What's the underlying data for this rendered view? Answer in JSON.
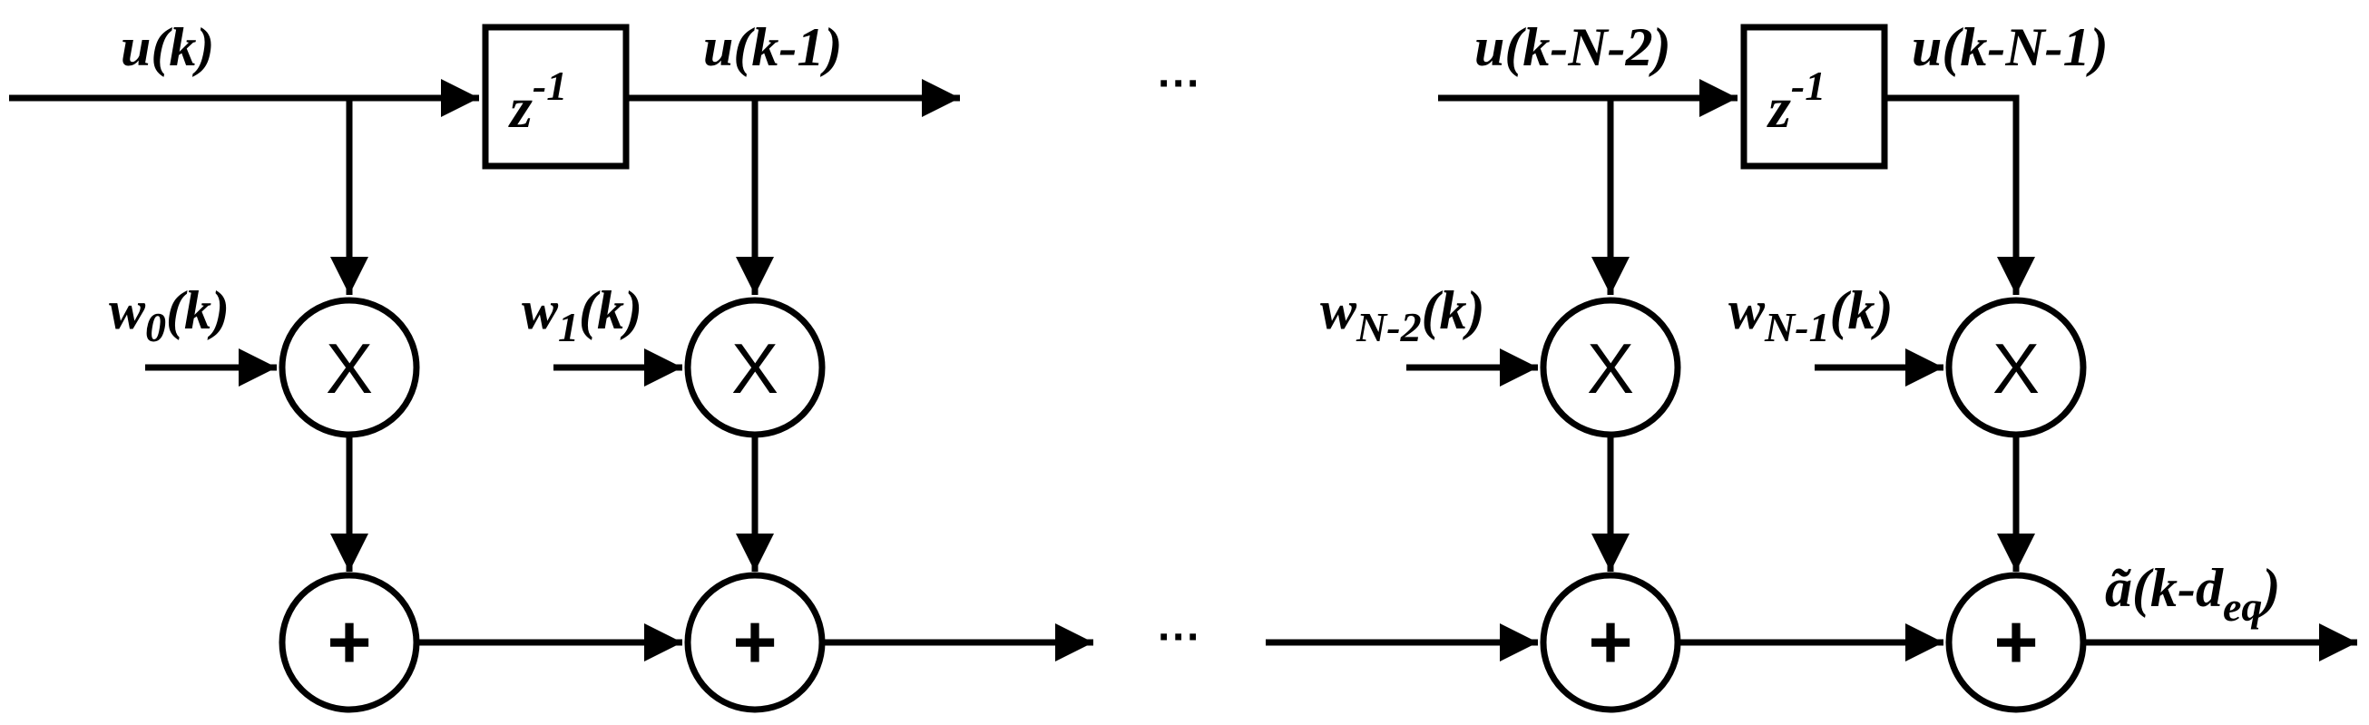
{
  "labels": {
    "u_k": "u(k)",
    "u_k1": "u(k-1)",
    "u_kN2": "u(k-N-2)",
    "u_kN1": "u(k-N-1)",
    "delay1": {
      "base": "z",
      "sup": "-1"
    },
    "delay2": {
      "base": "z",
      "sup": "-1"
    },
    "w0": {
      "base": "w",
      "sub": "0",
      "tail": "(k)"
    },
    "w1": {
      "base": "w",
      "sub": "1",
      "tail": "(k)"
    },
    "wN2": {
      "base": "w",
      "sub": "N-2",
      "tail": "(k)"
    },
    "wN1": {
      "base": "w",
      "sub": "N-1",
      "tail": "(k)"
    },
    "output": {
      "base": "ã(k-d",
      "sub": "eq",
      "tail": ")"
    }
  },
  "symbols": {
    "multiply": "X",
    "add": "+"
  },
  "ellipsis": "···"
}
